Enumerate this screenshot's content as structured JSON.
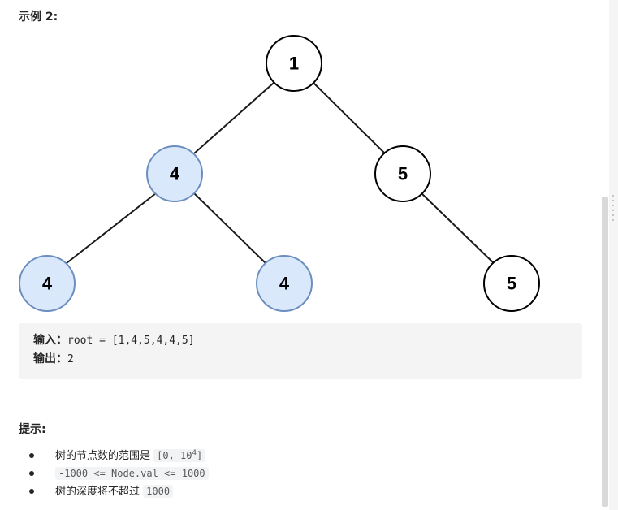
{
  "example": {
    "title": "示例 2:",
    "tree_nodes": [
      "1",
      "4",
      "5",
      "4",
      "4",
      "5"
    ],
    "input_label": "输入：",
    "input_value": "root = [1,4,5,4,4,5]",
    "output_label": "输出：",
    "output_value": "2"
  },
  "hints": {
    "title": "提示:",
    "item1_text": "树的节点数的范围是",
    "item1_code_prefix": "[0, 10",
    "item1_code_sup": "4",
    "item1_code_suffix": "]",
    "item2_code": "-1000 <= Node.val <= 1000",
    "item3_text": "树的深度将不超过",
    "item3_code": "1000"
  },
  "colors": {
    "highlight_fill": "#dae8fc",
    "highlight_stroke": "#6c8ebf",
    "code_background": "#f2f3f5",
    "example_background": "#f4f4f5"
  }
}
